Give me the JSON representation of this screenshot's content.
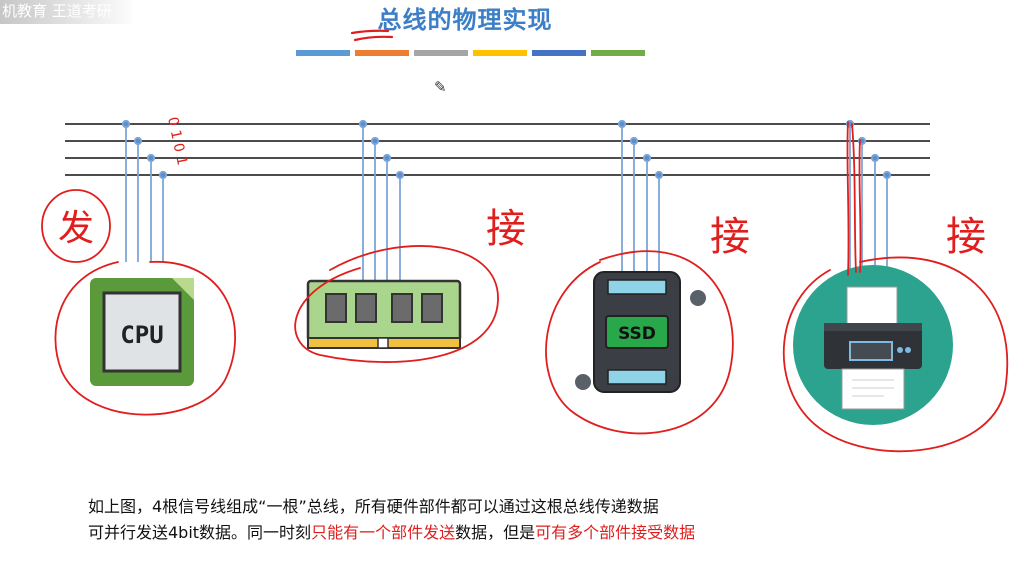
{
  "watermark": "机教育 王道考研",
  "title": "总线的物理实现",
  "title_bar_colors": [
    "#5b9bd5",
    "#ed7d31",
    "#a5a5a5",
    "#ffc000",
    "#4472c4",
    "#70ad47"
  ],
  "annotations": {
    "cpu": "发",
    "memory": "接",
    "ssd": "接",
    "printer": "接",
    "bits": "0 1 0 1"
  },
  "devices": {
    "cpu": {
      "label": "CPU",
      "icon": "cpu-chip-icon"
    },
    "memory": {
      "icon": "ram-module-icon"
    },
    "ssd": {
      "label": "SSD",
      "icon": "ssd-drive-icon"
    },
    "printer": {
      "icon": "printer-icon"
    }
  },
  "caption": {
    "line1": "如上图，4根信号线组成“一根”总线，所有硬件部件都可以通过这根总线传递数据",
    "line2_a": "可并行发送4bit数据。同一时刻",
    "line2_red1": "只能有一个部件发送",
    "line2_b": "数据，但是",
    "line2_red2": "可有多个部件接受数据"
  },
  "colors": {
    "bus_line": "#111111",
    "tap_line": "#7ea6d6",
    "annotation": "#e01e1e",
    "title": "#3d7fc6"
  }
}
